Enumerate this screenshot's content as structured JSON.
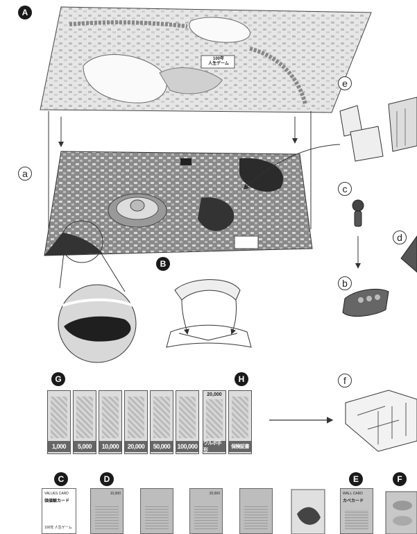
{
  "badges": {
    "A": "A",
    "B": "B",
    "C": "C",
    "D": "D",
    "E": "E",
    "F": "F",
    "G": "G",
    "H": "H"
  },
  "labels": {
    "a": "a",
    "b": "b",
    "c": "c",
    "d": "d",
    "e": "e",
    "f": "f"
  },
  "board_logo": "100年\n人生ゲーム",
  "money_bills": [
    "1,000",
    "5,000",
    "10,000",
    "20,000",
    "50,000",
    "100,000"
  ],
  "special_bills": {
    "promissory": "ウルポ手形",
    "promissory_top": "20,000",
    "insurance": "保険証書"
  },
  "cards": {
    "values_card": "VALUES CARD",
    "values_card_jp": "価値観カード",
    "values_card_logo": "100年 人生ゲーム",
    "wall_card": "WALL CARD",
    "wall_card_jp": "カベカード",
    "d_cards": [
      "10,000",
      "",
      "",
      "20,000",
      ""
    ]
  },
  "colors": {
    "ink": "#1a1a1a",
    "board_light": "#e4e4e4",
    "board_dark": "#7a7a7a",
    "line": "#333333"
  }
}
